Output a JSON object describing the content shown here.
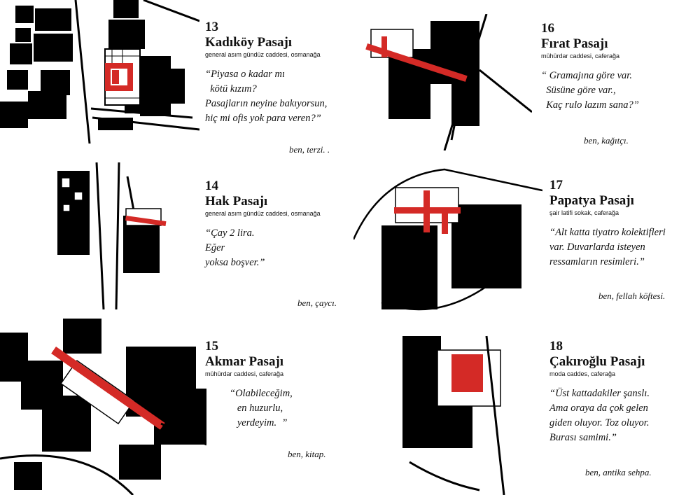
{
  "entries": [
    {
      "number": "13",
      "name": "Kadıköy Pasajı",
      "address": "general asım gündüz caddesi, osmanağa",
      "quote": [
        "“Piyasa o kadar mı",
        "  kötü kızım?",
        "Pasajların neyine bakıyorsun,",
        "hiç mi ofis yok para veren?”"
      ],
      "signature": "ben, terzi. ."
    },
    {
      "number": "14",
      "name": "Hak Pasajı",
      "address": "general asım gündüz caddesi, osmanağa",
      "quote": [
        "“Çay 2 lira.",
        "Eğer",
        "yoksa boşver.”"
      ],
      "signature": "ben, çaycı."
    },
    {
      "number": "15",
      "name": "Akmar Pasajı",
      "address": " mühürdar caddesi, caferağa",
      "quote": [
        "“Olabileceğim,",
        "   en huzurlu,",
        "   yerdeyim.  ”"
      ],
      "signature": "ben, kitap."
    },
    {
      "number": "16",
      "name": "Fırat Pasajı",
      "address": "mühürdar caddesi, caferağa",
      "quote": [
        "“ Gramajına göre var.",
        "  Süsüne göre var.,",
        "  Kaç rulo lazım sana?”"
      ],
      "signature": "ben, kağıtçı."
    },
    {
      "number": "17",
      "name": "Papatya Pasajı",
      "address": "şair latifi sokak, caferağa",
      "quote": [
        "“Alt katta tiyatro kolektifleri",
        "var. Duvarlarda isteyen",
        "ressamların resimleri.”"
      ],
      "signature": "ben, fellah köftesi."
    },
    {
      "number": "18",
      "name": "Çakıroğlu Pasajı",
      "address": "moda caddes, caferağa",
      "quote": [
        "“Üst kattadakiler şanslı.",
        "Ama oraya da çok gelen",
        "giden oluyor. Toz oluyor.",
        "Burası samimi.”"
      ],
      "signature": "ben, antika sehpa."
    }
  ],
  "colors": {
    "highlight": "#d42a26",
    "building": "#000000",
    "road": "#000000",
    "background": "#ffffff"
  }
}
